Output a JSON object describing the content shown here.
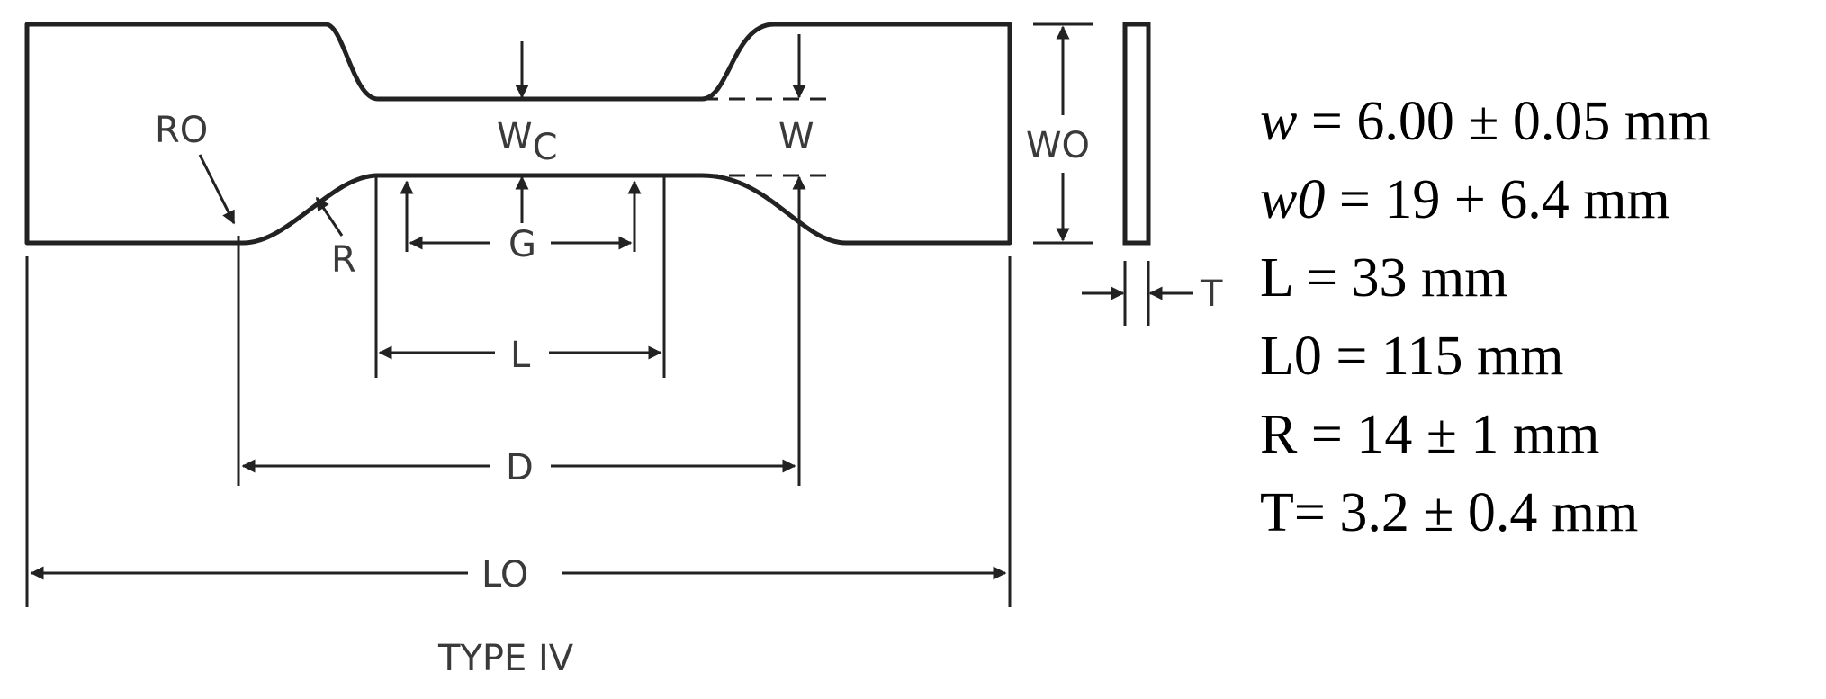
{
  "labels": {
    "ro": "RO",
    "wc_main": "W",
    "wc_sub": "C",
    "w": "W",
    "wo": "WO",
    "r": "R",
    "g": "G",
    "l": "L",
    "d": "D",
    "lo": "LO",
    "t": "T"
  },
  "caption": "TYPE IV",
  "specs": [
    {
      "symbol": "w",
      "italic": true,
      "text": " = 6.00 ± 0.05 mm"
    },
    {
      "symbol": "w0",
      "italic": true,
      "text": " = 19 + 6.4 mm"
    },
    {
      "symbol": "L",
      "italic": false,
      "text": " = 33 mm"
    },
    {
      "symbol": "L0",
      "italic": false,
      "text": " = 115 mm"
    },
    {
      "symbol": "R",
      "italic": false,
      "text": " = 14 ± 1 mm"
    },
    {
      "symbol": "T",
      "italic": false,
      "text": "= 3.2 ± 0.4 mm"
    }
  ]
}
